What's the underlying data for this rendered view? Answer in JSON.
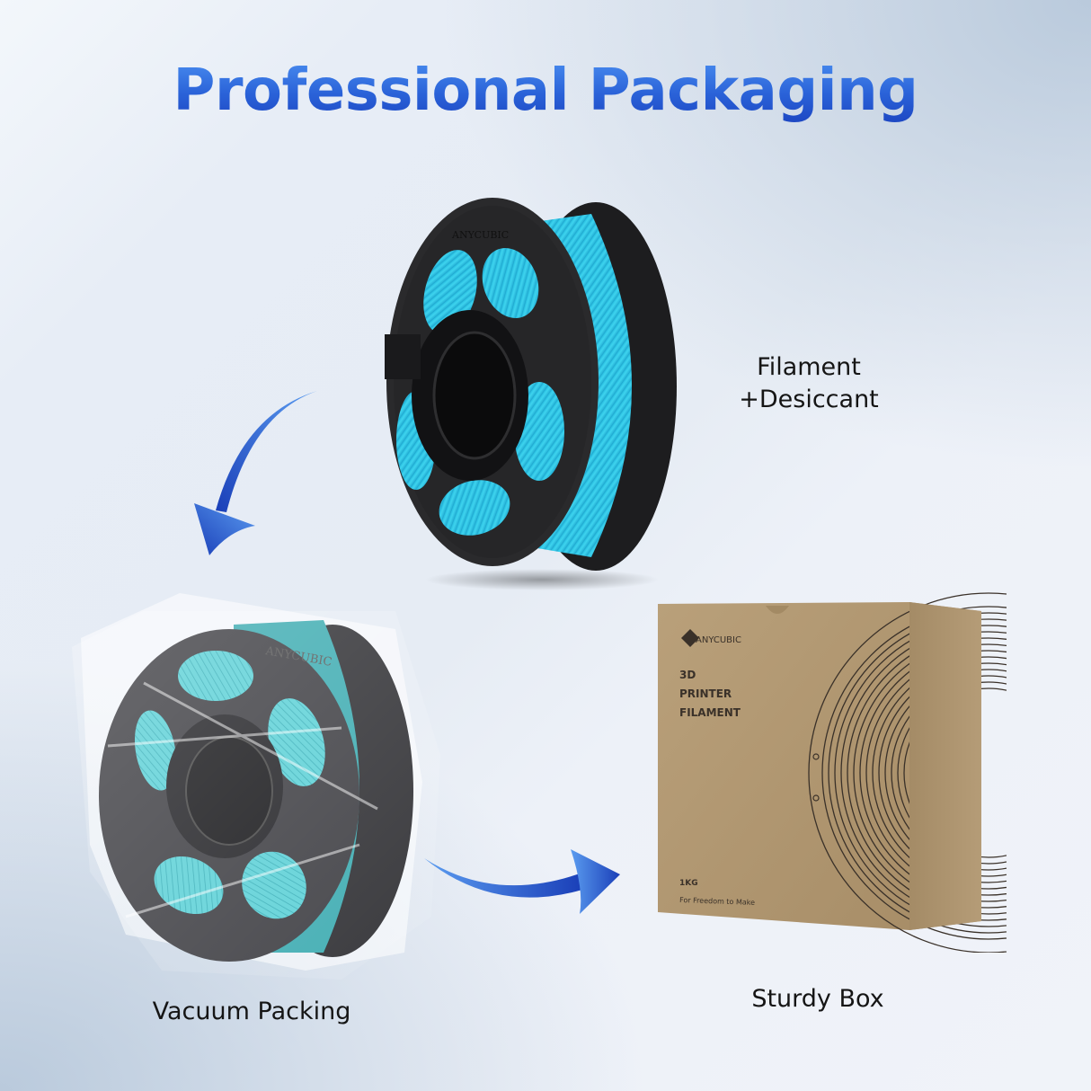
{
  "page": {
    "title": "Professional Packaging",
    "title_color_top": "#4a8ef0",
    "title_color_bottom": "#1d46c2"
  },
  "steps": [
    {
      "id": "filament",
      "label_line1": "Filament",
      "label_line2": "+Desiccant",
      "spool_brand": "ANYCUBIC",
      "filament_color": "#2fc6e6"
    },
    {
      "id": "vacuum",
      "label": "Vacuum Packing",
      "spool_brand": "ANYCUBIC",
      "filament_color": "#3cc4cc"
    },
    {
      "id": "box",
      "label": "Sturdy Box",
      "box": {
        "brand": "ANYCUBIC",
        "line1": "3D",
        "line2": "PRINTER",
        "line3": "FILAMENT",
        "weight": "1KG",
        "slogan": "For Freedom to Make",
        "color": "#b39a74"
      }
    }
  ],
  "arrows": [
    {
      "id": "arrow-filament-to-vacuum",
      "direction": "down-left",
      "color": "#2456d4"
    },
    {
      "id": "arrow-vacuum-to-box",
      "direction": "right",
      "color": "#2456d4"
    }
  ]
}
